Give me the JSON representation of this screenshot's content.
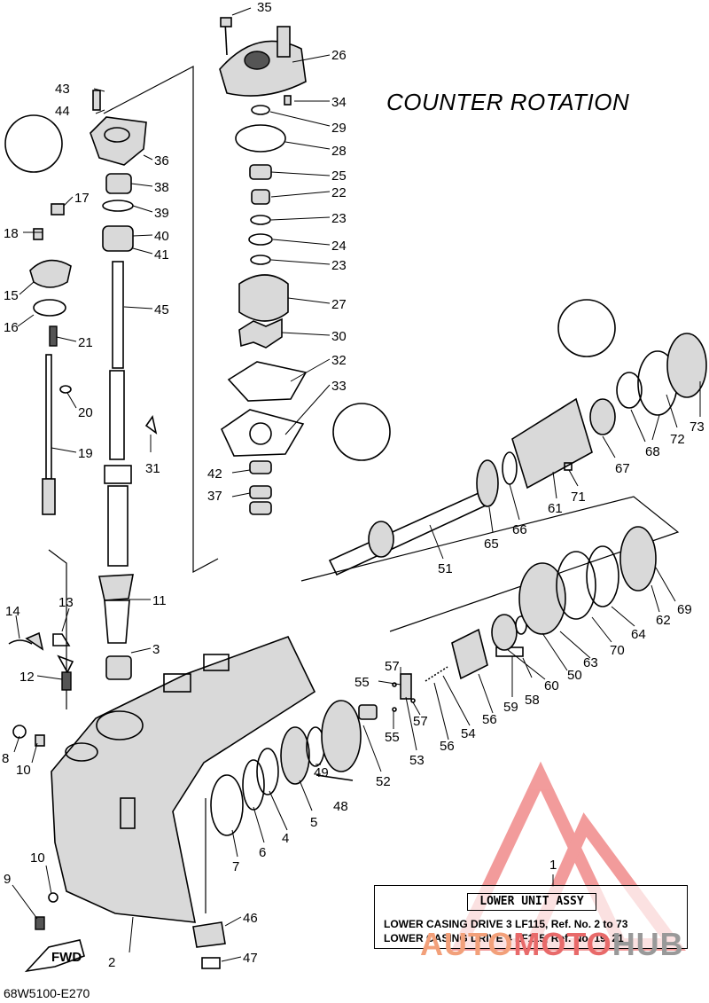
{
  "title": "COUNTER ROTATION",
  "drawing_code": "68W5100-E270",
  "fwd_label": "FWD",
  "assy": {
    "ref": "1",
    "heading": "LOWER UNIT ASSY",
    "line1": "LOWER CASING DRIVE 3 LF115,  Ref. No. 2 to 73",
    "line2": "LOWER CASING DRIVE 4 LF115,  Ref. No. 19, 21"
  },
  "watermark": {
    "part1": "AUTO",
    "part2": "MOTO",
    "part3": "HUB"
  },
  "colors": {
    "line": "#000000",
    "watermark_red": "#e84a4a",
    "watermark_orange": "#f2a07a",
    "watermark_gray": "#999999"
  },
  "callouts": {
    "n35": "35",
    "n26": "26",
    "n34": "34",
    "n29": "29",
    "n28": "28",
    "n25": "25",
    "n22": "22",
    "n23a": "23",
    "n24": "24",
    "n23b": "23",
    "n27": "27",
    "n30": "30",
    "n32": "32",
    "n33": "33",
    "n42": "42",
    "n37": "37",
    "n43": "43",
    "n44": "44",
    "n36": "36",
    "n38": "38",
    "n39": "39",
    "n40": "40",
    "n41": "41",
    "n45": "45",
    "n31": "31",
    "n17": "17",
    "n18": "18",
    "n15": "15",
    "n16": "16",
    "n21": "21",
    "n20": "20",
    "n19": "19",
    "n11": "11",
    "n3": "3",
    "n14": "14",
    "n13": "13",
    "n12": "12",
    "n8": "8",
    "n10a": "10",
    "n10b": "10",
    "n9": "9",
    "n2": "2",
    "n46": "46",
    "n47": "47",
    "n7": "7",
    "n6": "6",
    "n4": "4",
    "n5": "5",
    "n48": "48",
    "n49": "49",
    "n52": "52",
    "n53": "53",
    "n55a": "55",
    "n55b": "55",
    "n57a": "57",
    "n57b": "57",
    "n56a": "56",
    "n56b": "56",
    "n54": "54",
    "n58": "58",
    "n59": "59",
    "n60": "60",
    "n50": "50",
    "n63": "63",
    "n70": "70",
    "n64": "64",
    "n62": "62",
    "n69": "69",
    "n51": "51",
    "n65": "65",
    "n66": "66",
    "n61": "61",
    "n71": "71",
    "n67": "67",
    "n68": "68",
    "n72": "72",
    "n73": "73"
  }
}
